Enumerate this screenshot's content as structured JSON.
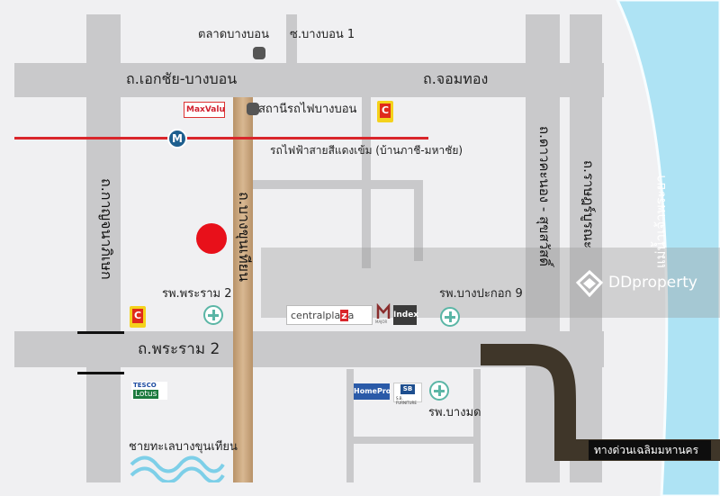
{
  "roads": {
    "ekkachai": "ถ.เอกชัย-บางบอน",
    "chomthong": "ถ.จอมทอง",
    "rama2": "ถ.พระราม 2",
    "bangkhunthian": "ถ.บางขุนเทียน",
    "kanchanaphisek": "ถ.กาญจนาภิเษก",
    "daokhanong": "ถ.ดาวคะนอง - สุขสวัสดิ์",
    "ratburana": "ถ.ราษฎร์บูรณะ",
    "soi_bangbon1": "ซ.บางบอน 1",
    "expressway": "ทางด่วนเฉลิมมหานคร"
  },
  "places": {
    "bangbon_market": "ตลาดบางบอน",
    "bangbon_station": "สถานีรถไฟบางบอน",
    "red_line": "รถไฟฟ้าสายสีแดงเข้ม (บ้านภาชี-มหาชัย)",
    "rama2_hospital": "รพ.พระราม 2",
    "bangpakok9_hospital": "รพ.บางปะกอก 9",
    "bangmod_hospital": "รพ.บางมด",
    "bangkhunthian_beach": "ชายทะเลบางขุนเทียน",
    "chao_phraya": "แม่น้ำเจ้าพระยา"
  },
  "brands": {
    "maxvalu": "MaxValu",
    "central": "centralpla",
    "central_z": "z",
    "central_a": "a",
    "major": "MAJOR",
    "index": "Index",
    "homepro": "HomePro",
    "sb": "SB",
    "sb_sub": "S.B. FURNITURE",
    "tesco": "TESCO",
    "lotus": "Lotus",
    "bigc": "C",
    "metro": "M"
  },
  "watermark": {
    "text": "DDproperty"
  },
  "colors": {
    "road": "#c9c9cb",
    "rail": "#d9262b",
    "river": "#aee3f4",
    "highlight_road": "#c6a27a",
    "expressway": "#3f3629",
    "marker": "#e8101a",
    "hospital": "#5bb6a6"
  }
}
